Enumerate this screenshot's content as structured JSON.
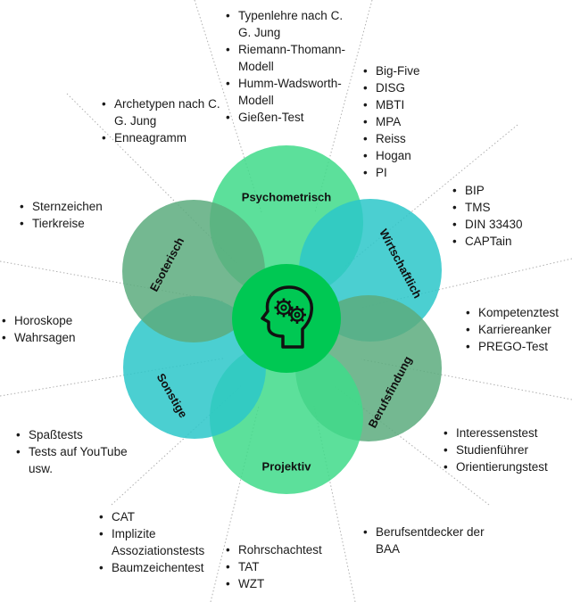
{
  "colors": {
    "psychometric": "#3fdb8a",
    "economic": "#2bc7c9",
    "career": "#5cab7e",
    "projective": "#3fdb8a",
    "other": "#2bc7c9",
    "esoteric": "#5cab7e",
    "center": "#00c853",
    "guide_line": "#b0b0b0"
  },
  "center": {
    "icon": "head-gears-icon"
  },
  "petals": {
    "psychometric": "Psychometrisch",
    "economic": "Wirtschaftlich",
    "career": "Berufsfindung",
    "projective": "Projektiv",
    "other": "Sonstige",
    "esoteric": "Esoterisch"
  },
  "lists": {
    "psychometric_a": [
      "Typenlehre nach C. G. Jung",
      "Riemann-Thomann-Modell",
      "Humm-Wadsworth-Modell",
      "Gießen-Test"
    ],
    "psychometric_b": [
      "Big-Five",
      "DISG",
      "MBTI",
      "MPA",
      "Reiss",
      "Hogan",
      "PI"
    ],
    "esoteric_a": [
      "Archetypen nach C. G. Jung",
      "Enneagramm"
    ],
    "esoteric_b": [
      "Sternzeichen",
      "Tierkreise"
    ],
    "economic": [
      "BIP",
      "TMS",
      "DIN 33430",
      "CAPTain"
    ],
    "career_a": [
      "Kompetenztest",
      "Karriereanker",
      "PREGO-Test"
    ],
    "career_b": [
      "Interessenstest",
      "Studienführer",
      "Orientierungstest"
    ],
    "career_c": [
      "Berufsentdecker der BAA"
    ],
    "other_a": [
      "Horoskope",
      "Wahrsagen"
    ],
    "other_b": [
      "Spaßtests",
      "Tests auf YouTube usw."
    ],
    "projective_a": [
      "CAT",
      "Implizite Assoziationstests",
      "Baumzeichentest"
    ],
    "projective_b": [
      "Rohrschachtest",
      "TAT",
      "WZT"
    ]
  }
}
